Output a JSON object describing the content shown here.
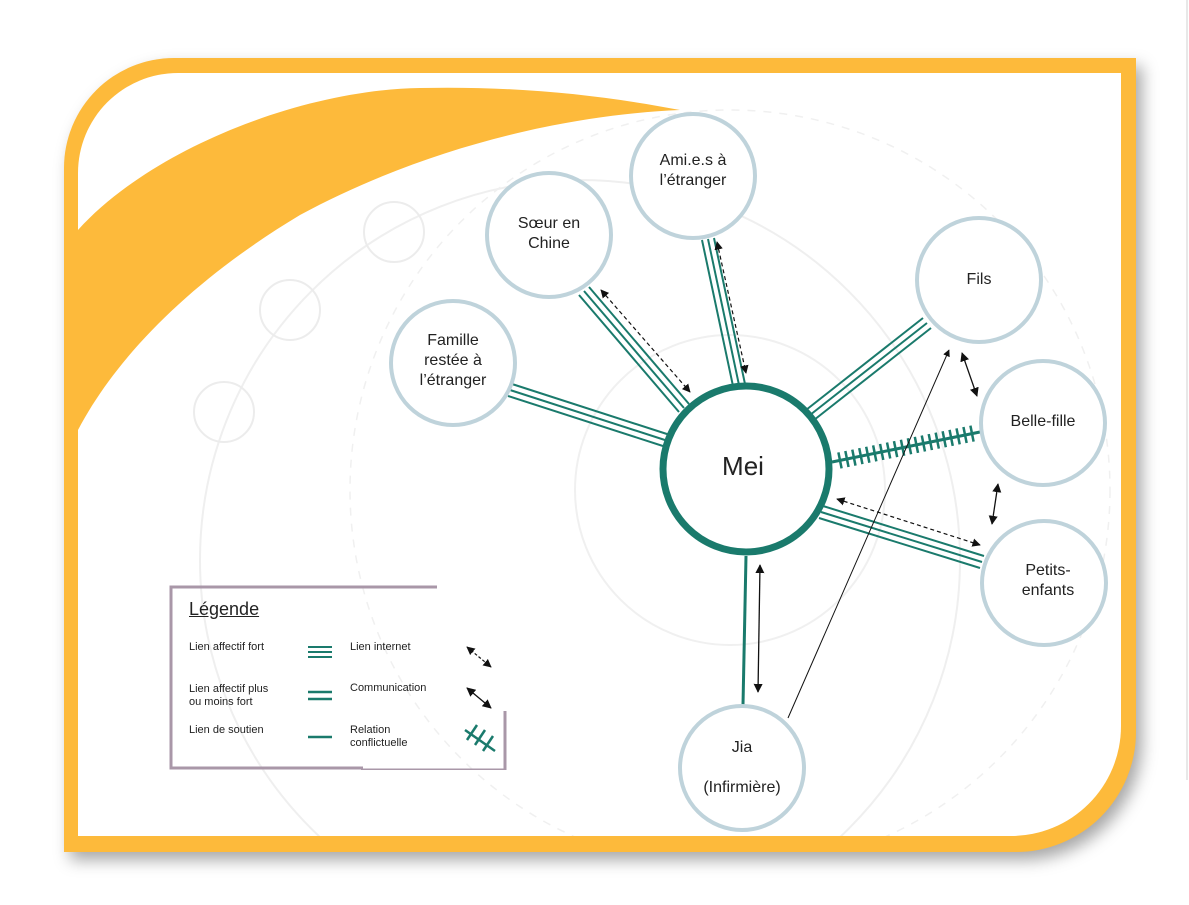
{
  "colors": {
    "frame": "#FDBA3B",
    "link": "#1A7A6C",
    "node_border": "#BFD3DB",
    "legend_border": "#A997A8"
  },
  "center": {
    "label": "Mei"
  },
  "nodes": [
    {
      "id": "famille",
      "label": "Famille\nrestée à\nl’étranger"
    },
    {
      "id": "soeur",
      "label": "Sœur en\nChine"
    },
    {
      "id": "amis",
      "label": "Ami.e.s à\nl’étranger"
    },
    {
      "id": "fils",
      "label": "Fils"
    },
    {
      "id": "bellefille",
      "label": "Belle-fille"
    },
    {
      "id": "petits",
      "label": "Petits-\nenfants"
    },
    {
      "id": "jia",
      "label": "Jia\n\n(Infirmière)"
    }
  ],
  "legend": {
    "title": "Légende",
    "items": [
      {
        "label": "Lien affectif fort",
        "symbol": "triple-line"
      },
      {
        "label": "Lien affectif plus\nou moins fort",
        "symbol": "double-line"
      },
      {
        "label": "Lien de soutien",
        "symbol": "single-line"
      },
      {
        "label": "Lien internet",
        "symbol": "dashed-double-arrow"
      },
      {
        "label": "Communication",
        "symbol": "solid-double-arrow"
      },
      {
        "label": "Relation\nconflictuelle",
        "symbol": "hatched-line"
      }
    ]
  }
}
